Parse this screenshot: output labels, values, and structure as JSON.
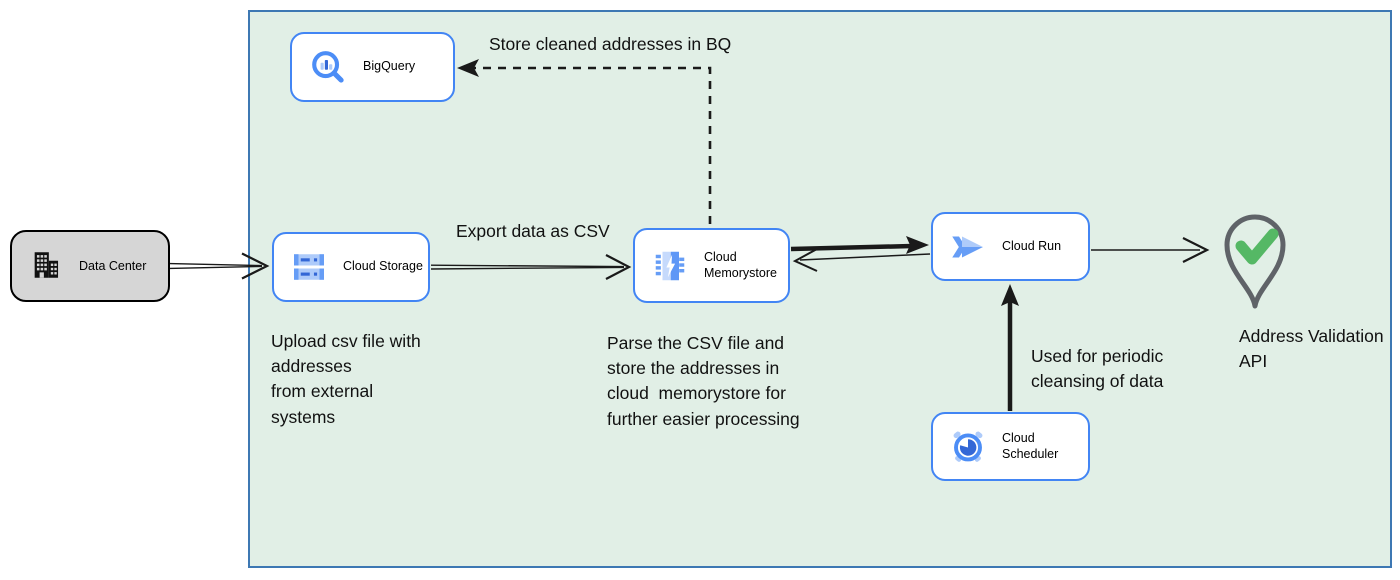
{
  "diagram": {
    "nodes": {
      "data_center": {
        "label": "Data Center"
      },
      "bigquery": {
        "label": "BigQuery"
      },
      "cloud_storage": {
        "label": "Cloud Storage"
      },
      "cloud_memorystore": {
        "label": "Cloud Memorystore"
      },
      "cloud_run": {
        "label": "Cloud Run"
      },
      "cloud_scheduler": {
        "label": "Cloud Scheduler"
      },
      "address_validation_api": {
        "label": "Address Validation API"
      }
    },
    "annotations": {
      "store_bq_label": "Store cleaned addresses in BQ",
      "export_csv_label": "Export data as CSV",
      "upload_note": "Upload csv file with\naddresses\nfrom external\nsystems",
      "parse_note": "Parse the CSV file and\nstore the addresses in\ncloud  memorystore for\nfurther easier processing",
      "scheduler_note": "Used for periodic\ncleansing of data"
    },
    "colors": {
      "container_fill": "#e1efe6",
      "container_border": "#3d78b3",
      "node_border": "#4285f4",
      "node_fill": "#ffffff",
      "data_center_fill": "#d6d6d6",
      "icon_blue": "#4c8df6",
      "icon_light_blue": "#aecbfa",
      "icon_dark_blue": "#3367d6",
      "check_green": "#55b865",
      "pin_gray": "#5f6368",
      "arrow_black": "#1a1a1a"
    }
  }
}
